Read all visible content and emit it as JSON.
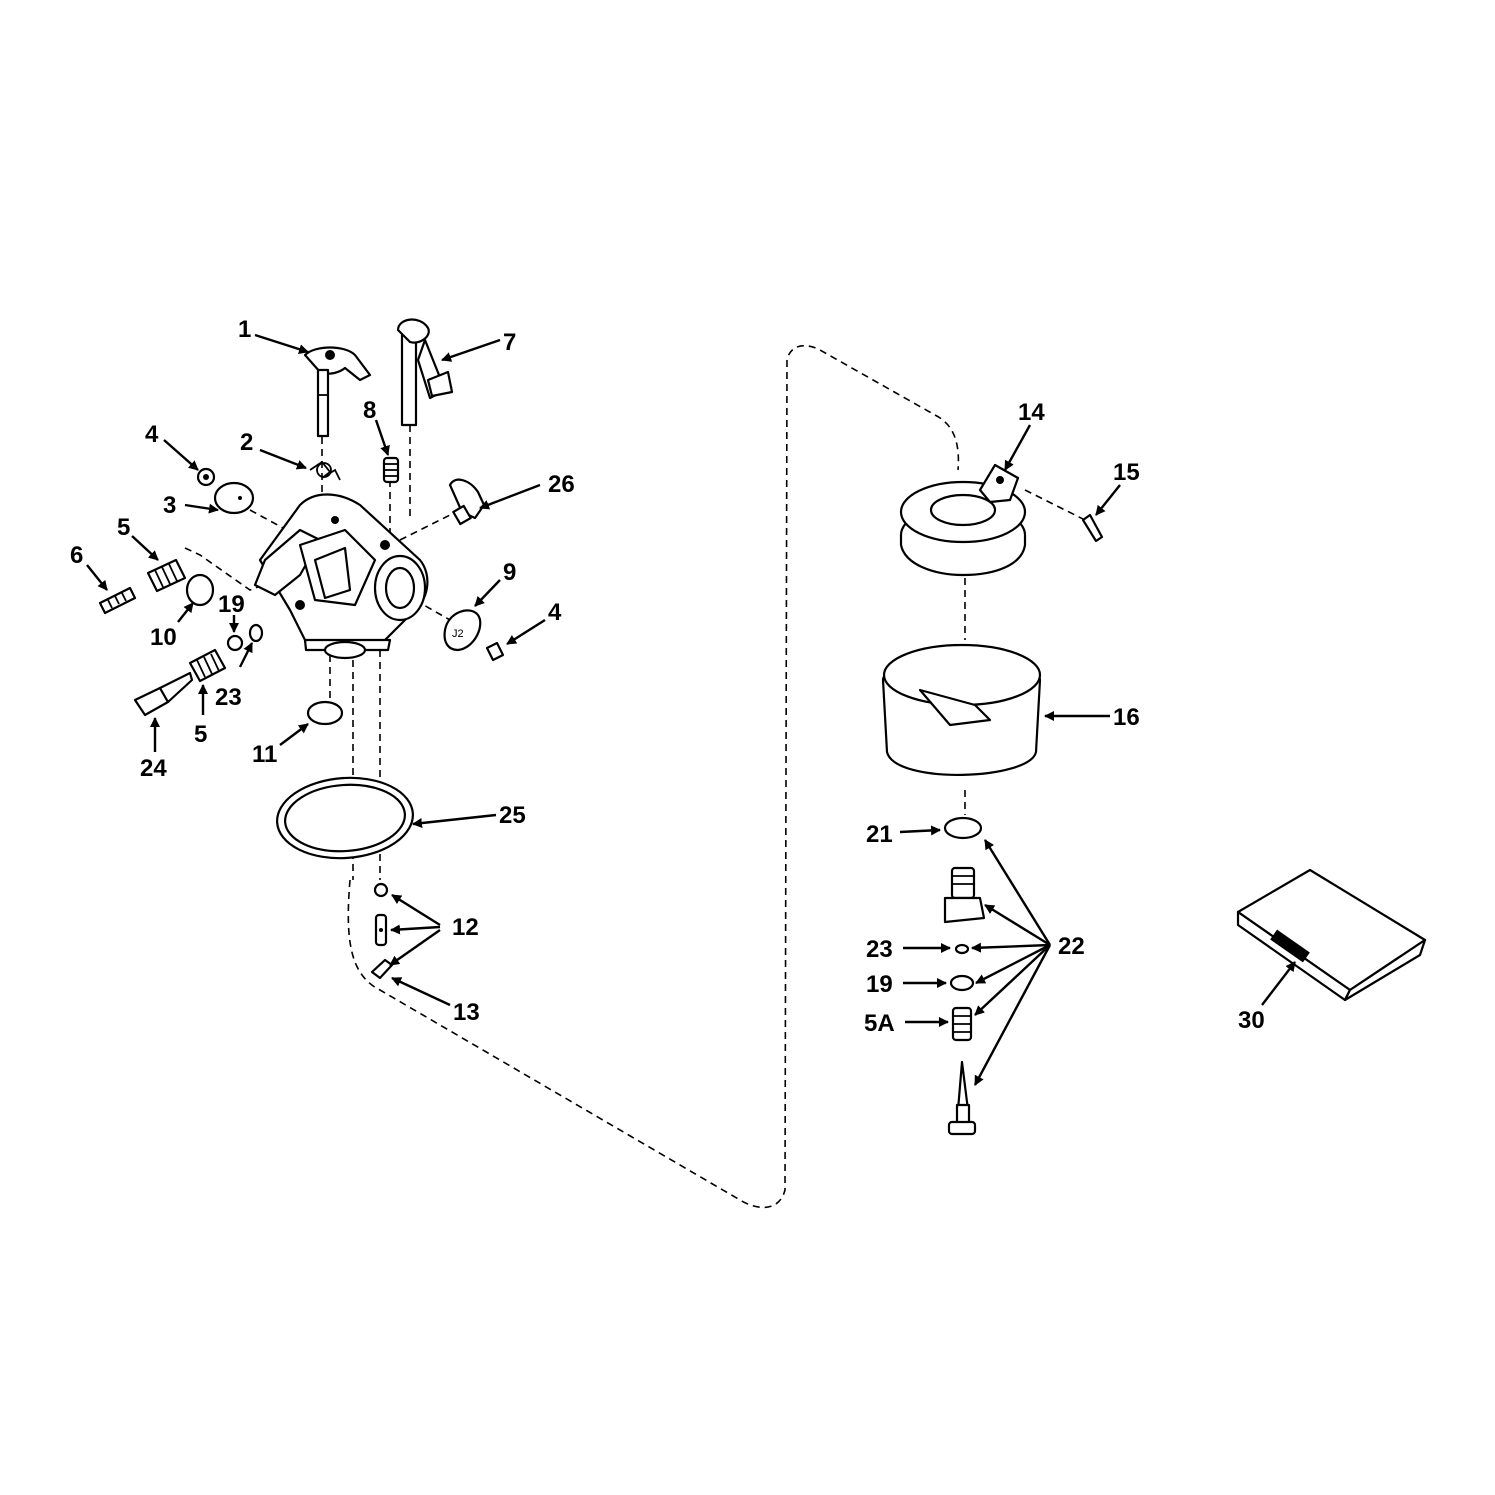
{
  "diagram": {
    "callouts": {
      "c1": "1",
      "c2": "2",
      "c3": "3",
      "c4a": "4",
      "c4b": "4",
      "c5a": "5",
      "c5b": "5",
      "c6": "6",
      "c7": "7",
      "c8": "8",
      "c9": "9",
      "c10": "10",
      "c11": "11",
      "c12": "12",
      "c13": "13",
      "c14": "14",
      "c15": "15",
      "c16": "16",
      "c19a": "19",
      "c19b": "19",
      "c21": "21",
      "c22": "22",
      "c23a": "23",
      "c23b": "23",
      "c24": "24",
      "c25": "25",
      "c26": "26",
      "c5A": "5A",
      "c30": "30"
    }
  }
}
